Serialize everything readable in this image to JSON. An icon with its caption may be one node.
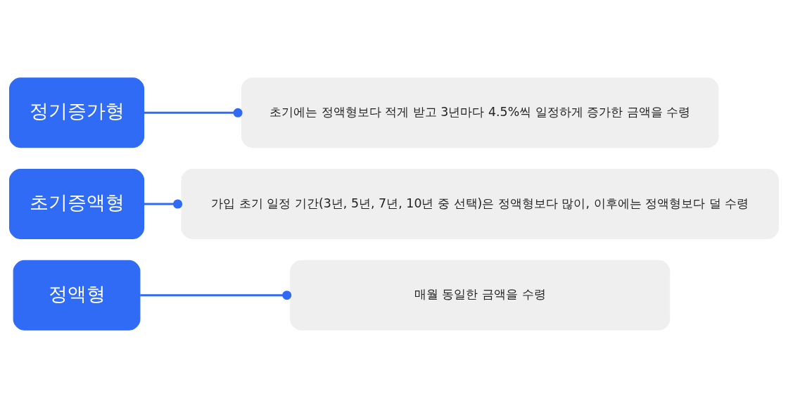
{
  "diagram": {
    "nodes": [
      {
        "text": [
          "정액형"
        ]
      },
      {
        "text": [
          "매월 동일한 금액을 수령"
        ]
      },
      {
        "text": [
          "초기증액형"
        ]
      },
      {
        "text": [
          "가입 초기 일정 기간(3년, 5년, 7년, 10년 중 선택)은 정액형보다 많이, 이후에는 정액형보다 덜 수령"
        ]
      },
      {
        "text": [
          "정기증가형"
        ]
      },
      {
        "text": [
          "초기에는 정액형보다 적게 받고 3년마다 4.5%씩 일정하게 증가한 금액을 수령"
        ]
      }
    ],
    "edges": [
      {
        "from": 0,
        "to": 1,
        "arrow": "other"
      },
      {
        "from": 2,
        "to": 3,
        "arrow": "other"
      },
      {
        "from": 4,
        "to": 5,
        "arrow": "other"
      }
    ]
  }
}
